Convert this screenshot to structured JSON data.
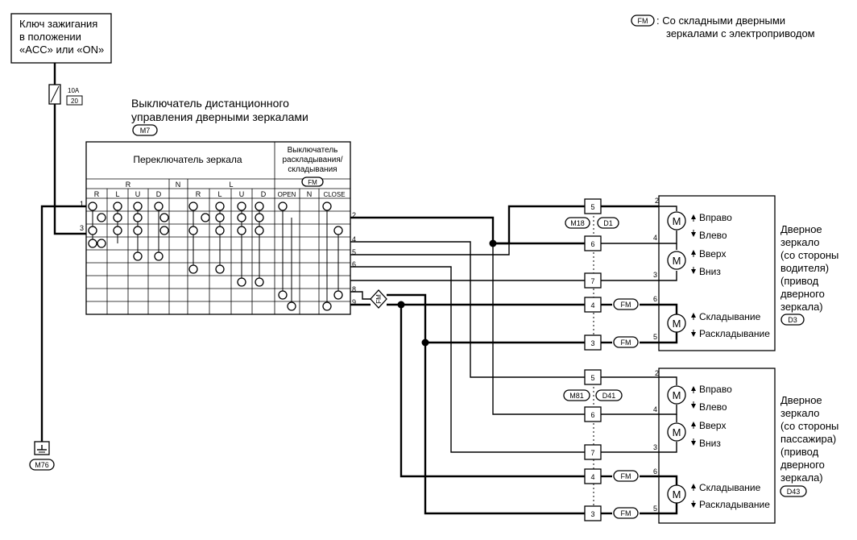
{
  "legend": {
    "tag": "FM",
    "line1": ": Со складными дверными",
    "line2": "зеркалами с электроприводом"
  },
  "ignition": {
    "line1": "Ключ зажигания",
    "line2": "в положении",
    "line3": "«ACC» или «ON»"
  },
  "fuse": {
    "rating": "10A",
    "number": "20"
  },
  "remote_switch": {
    "title_line1": "Выключатель дистанционного",
    "title_line2": "управления дверными зеркалами",
    "connector": "M7",
    "mirror_switch_label": "Переключатель зеркала",
    "fold_switch_line1": "Выключатель",
    "fold_switch_line2": "раскладывания/",
    "fold_switch_line3": "складывания",
    "fold_tag": "FM",
    "group_r": "R",
    "group_n": "N",
    "group_l": "L",
    "sub_r": "R",
    "sub_l": "L",
    "sub_u": "U",
    "sub_d": "D",
    "sub_open": "OPEN",
    "sub_n": "N",
    "sub_close": "CLOSE"
  },
  "switch_pins": {
    "p1": "1",
    "p3": "3",
    "p2": "2",
    "p4": "4",
    "p5": "5",
    "p6": "6",
    "p8": "8",
    "p9": "9"
  },
  "fm_tag": "FM",
  "ground": {
    "connector": "M76"
  },
  "connector_upper": {
    "left": "M18",
    "right": "D1",
    "pin5": "5",
    "pin6": "6",
    "pin7": "7",
    "pin4": "4",
    "pin3": "3"
  },
  "connector_lower": {
    "left": "M81",
    "right": "D41",
    "pin5": "5",
    "pin6": "6",
    "pin7": "7",
    "pin4": "4",
    "pin3": "3"
  },
  "driver_mirror": {
    "pins": {
      "a": "2",
      "b": "4",
      "c": "3",
      "d": "6",
      "e": "5"
    },
    "right": "Вправо",
    "left": "Влево",
    "up": "Вверх",
    "down": "Вниз",
    "fold": "Складывание",
    "unfold": "Раскладывание",
    "motor": "M",
    "label_line1": "Дверное",
    "label_line2": "зеркало",
    "label_line3": "(со стороны",
    "label_line4": "водителя)",
    "label_line5": "(привод",
    "label_line6": "дверного",
    "label_line7": "зеркала)",
    "connector": "D3"
  },
  "passenger_mirror": {
    "pins": {
      "a": "2",
      "b": "4",
      "c": "3",
      "d": "6",
      "e": "5"
    },
    "right": "Вправо",
    "left": "Влево",
    "up": "Вверх",
    "down": "Вниз",
    "fold": "Складывание",
    "unfold": "Раскладывание",
    "motor": "M",
    "label_line1": "Дверное",
    "label_line2": "зеркало",
    "label_line3": "(со стороны",
    "label_line4": "пассажира)",
    "label_line5": "(привод",
    "label_line6": "дверного",
    "label_line7": "зеркала)",
    "connector": "D43"
  }
}
